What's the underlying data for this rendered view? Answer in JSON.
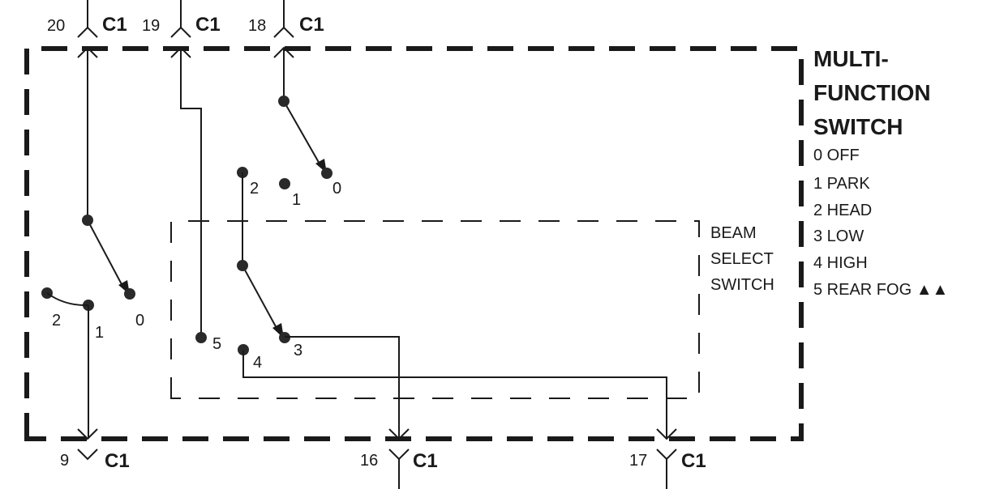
{
  "connectors": {
    "top": [
      {
        "pin": "20",
        "name": "C1"
      },
      {
        "pin": "19",
        "name": "C1"
      },
      {
        "pin": "18",
        "name": "C1"
      }
    ],
    "bottom": [
      {
        "pin": "9",
        "name": "C1"
      },
      {
        "pin": "16",
        "name": "C1"
      },
      {
        "pin": "17",
        "name": "C1"
      }
    ]
  },
  "switch_a": {
    "positions": [
      "2",
      "1",
      "0"
    ]
  },
  "switch_b": {
    "positions": [
      "2",
      "1",
      "0"
    ]
  },
  "beam_switch": {
    "positions": [
      "5",
      "4",
      "3"
    ],
    "label": [
      "BEAM",
      "SELECT",
      "SWITCH"
    ]
  },
  "component": {
    "title": [
      "MULTI-",
      "FUNCTION",
      "SWITCH"
    ],
    "legend": [
      "0 OFF",
      "1 PARK",
      "2 HEAD",
      "3 LOW",
      "4 HIGH",
      "5 REAR FOG ▲▲"
    ]
  }
}
